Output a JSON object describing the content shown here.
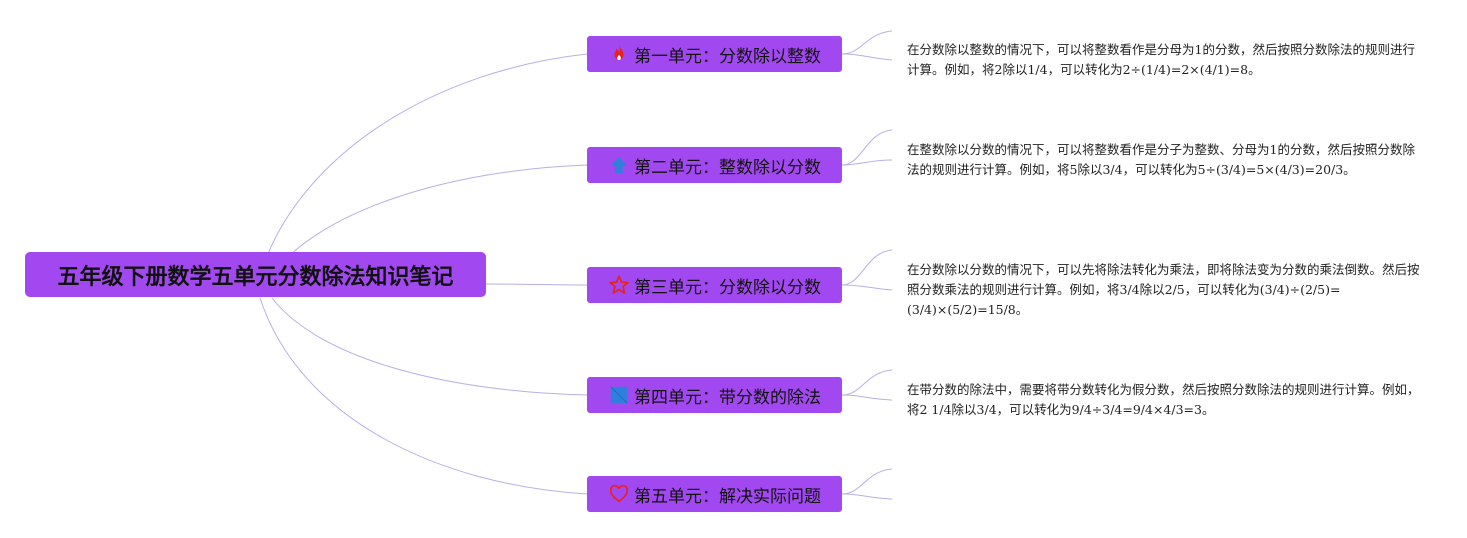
{
  "root": {
    "title": "五年级下册数学五单元分数除法知识笔记"
  },
  "branches": [
    {
      "label": "第一单元：分数除以整数",
      "icon": "fire-icon",
      "icon_color": "#e8211c",
      "note": "在分数除以整数的情况下，可以将整数看作是分母为1的分数，然后按照分数除法的规则进行计算。例如，将2除以1/4，可以转化为2÷(1/4)=2×(4/1)=8。"
    },
    {
      "label": "第二单元：整数除以分数",
      "icon": "up-arrow-icon",
      "icon_color": "#2f7fdc",
      "note": "在整数除以分数的情况下，可以将整数看作是分子为整数、分母为1的分数，然后按照分数除法的规则进行计算。例如，将5除以3/4，可以转化为5÷(3/4)=5×(4/3)=20/3。"
    },
    {
      "label": "第三单元：分数除以分数",
      "icon": "star-icon",
      "icon_color": "#e8211c",
      "note": "在分数除以分数的情况下，可以先将除法转化为乘法，即将除法变为分数的乘法倒数。然后按照分数乘法的规则进行计算。例如，将3/4除以2/5，可以转化为(3/4)÷(2/5)=(3/4)×(5/2)=15/8。"
    },
    {
      "label": "第四单元：带分数的除法",
      "icon": "square-icon",
      "icon_color": "#2f7fdc",
      "note": "在带分数的除法中，需要将带分数转化为假分数，然后按照分数除法的规则进行计算。例如，将2 1/4除以3/4，可以转化为9/4÷3/4=9/4×4/3=3。"
    },
    {
      "label": "第五单元：解决实际问题",
      "icon": "heart-icon",
      "icon_color": "#e8211c",
      "note": ""
    }
  ],
  "colors": {
    "node_fill": "#a248f0",
    "connector": "#b9aee6"
  }
}
